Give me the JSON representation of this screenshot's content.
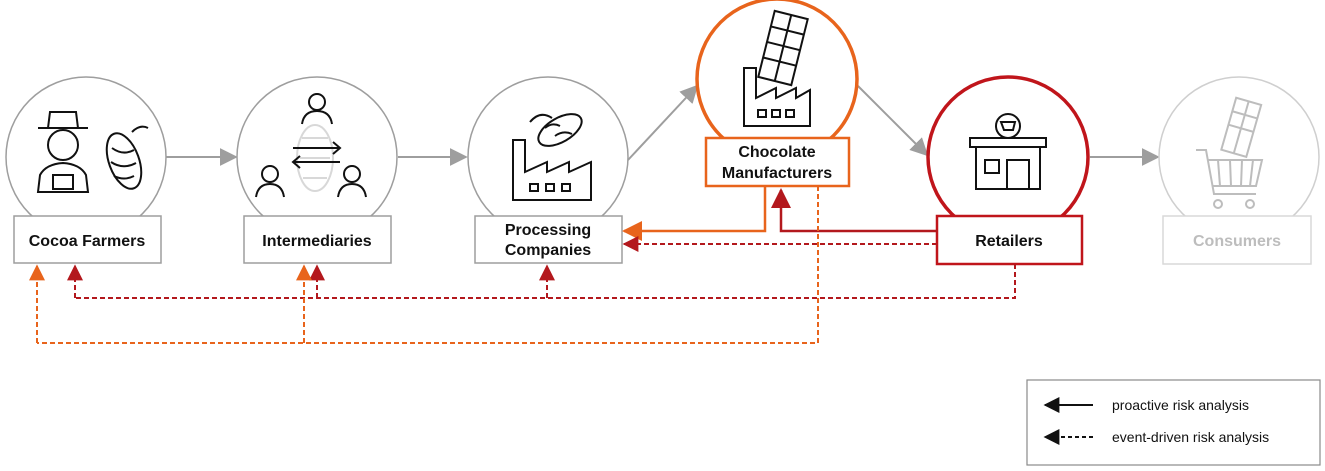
{
  "nodes": {
    "cocoa_farmers": "Cocoa Farmers",
    "intermediaries": "Intermediaries",
    "processing_line1": "Processing",
    "processing_line2": "Companies",
    "chocolate_line1": "Chocolate",
    "chocolate_line2": "Manufacturers",
    "retailers": "Retailers",
    "consumers": "Consumers"
  },
  "legend": {
    "proactive": "proactive risk analysis",
    "event_driven": "event-driven risk analysis"
  },
  "colors": {
    "orange": "#e8641c",
    "dark_red": "#c0151b",
    "gray_flow": "#9e9e9e",
    "muted": "#cfcfcf"
  },
  "icons": [
    "farmer-icon",
    "cocoa-pod-icon",
    "people-exchange-icon",
    "factory-icon",
    "chocolate-bar-icon",
    "shop-icon",
    "shopping-cart-icon"
  ]
}
